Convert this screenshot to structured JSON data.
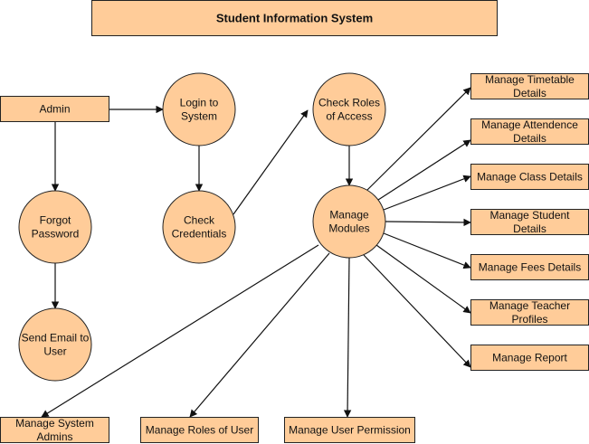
{
  "colors": {
    "fill": "#FFCC99",
    "stroke": "#222222",
    "edge": "#111111"
  },
  "title": "Student Information System",
  "nodes": {
    "admin": [
      "Admin"
    ],
    "login": [
      "Login to",
      "System"
    ],
    "forgot": [
      "Forgot",
      "Password"
    ],
    "sendemail": [
      "Send Email to",
      "User"
    ],
    "checkcred": [
      "Check",
      "Credentials"
    ],
    "checkroles": [
      "Check Roles",
      "of Access"
    ],
    "modules": [
      "Manage",
      "Modules"
    ],
    "timetable": [
      "Manage Timetable",
      "Details"
    ],
    "attendence": [
      "Manage Attendence",
      "Details"
    ],
    "classdetails": [
      "Manage Class Details"
    ],
    "student": [
      "Manage Student",
      "Details"
    ],
    "fees": [
      "Manage Fees Details"
    ],
    "teacher": [
      "Manage Teacher",
      "Profiles"
    ],
    "report": [
      "Manage Report"
    ],
    "sysadmins": [
      "Manage System",
      "Admins"
    ],
    "roles": [
      "Manage Roles of User"
    ],
    "permission": [
      "Manage User Permission"
    ]
  }
}
